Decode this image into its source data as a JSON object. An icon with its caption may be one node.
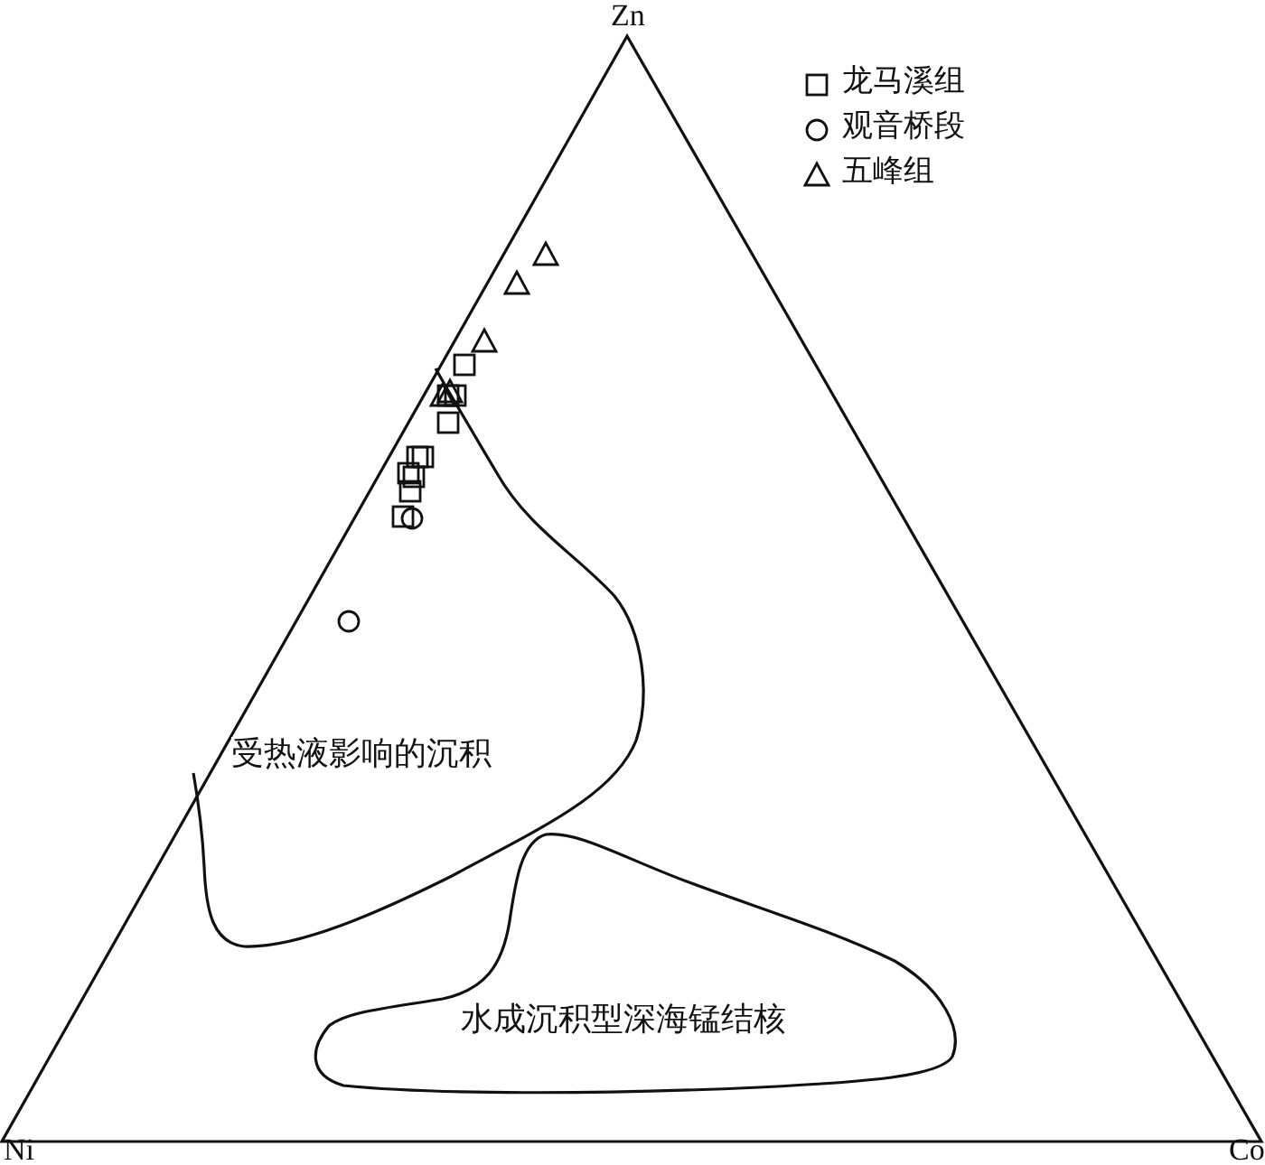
{
  "diagram": {
    "nodes": [
      {
        "text": [
          "受热液影响的沉积"
        ]
      },
      {
        "text": [
          "水成沉积型深海锰结核"
        ]
      }
    ],
    "edges": [],
    "labels": [
      "Zn",
      "Ni",
      "Co"
    ],
    "legend": [
      {
        "text": "龙马溪组"
      },
      {
        "text": "观音桥段"
      },
      {
        "text": "五峰组"
      }
    ]
  }
}
